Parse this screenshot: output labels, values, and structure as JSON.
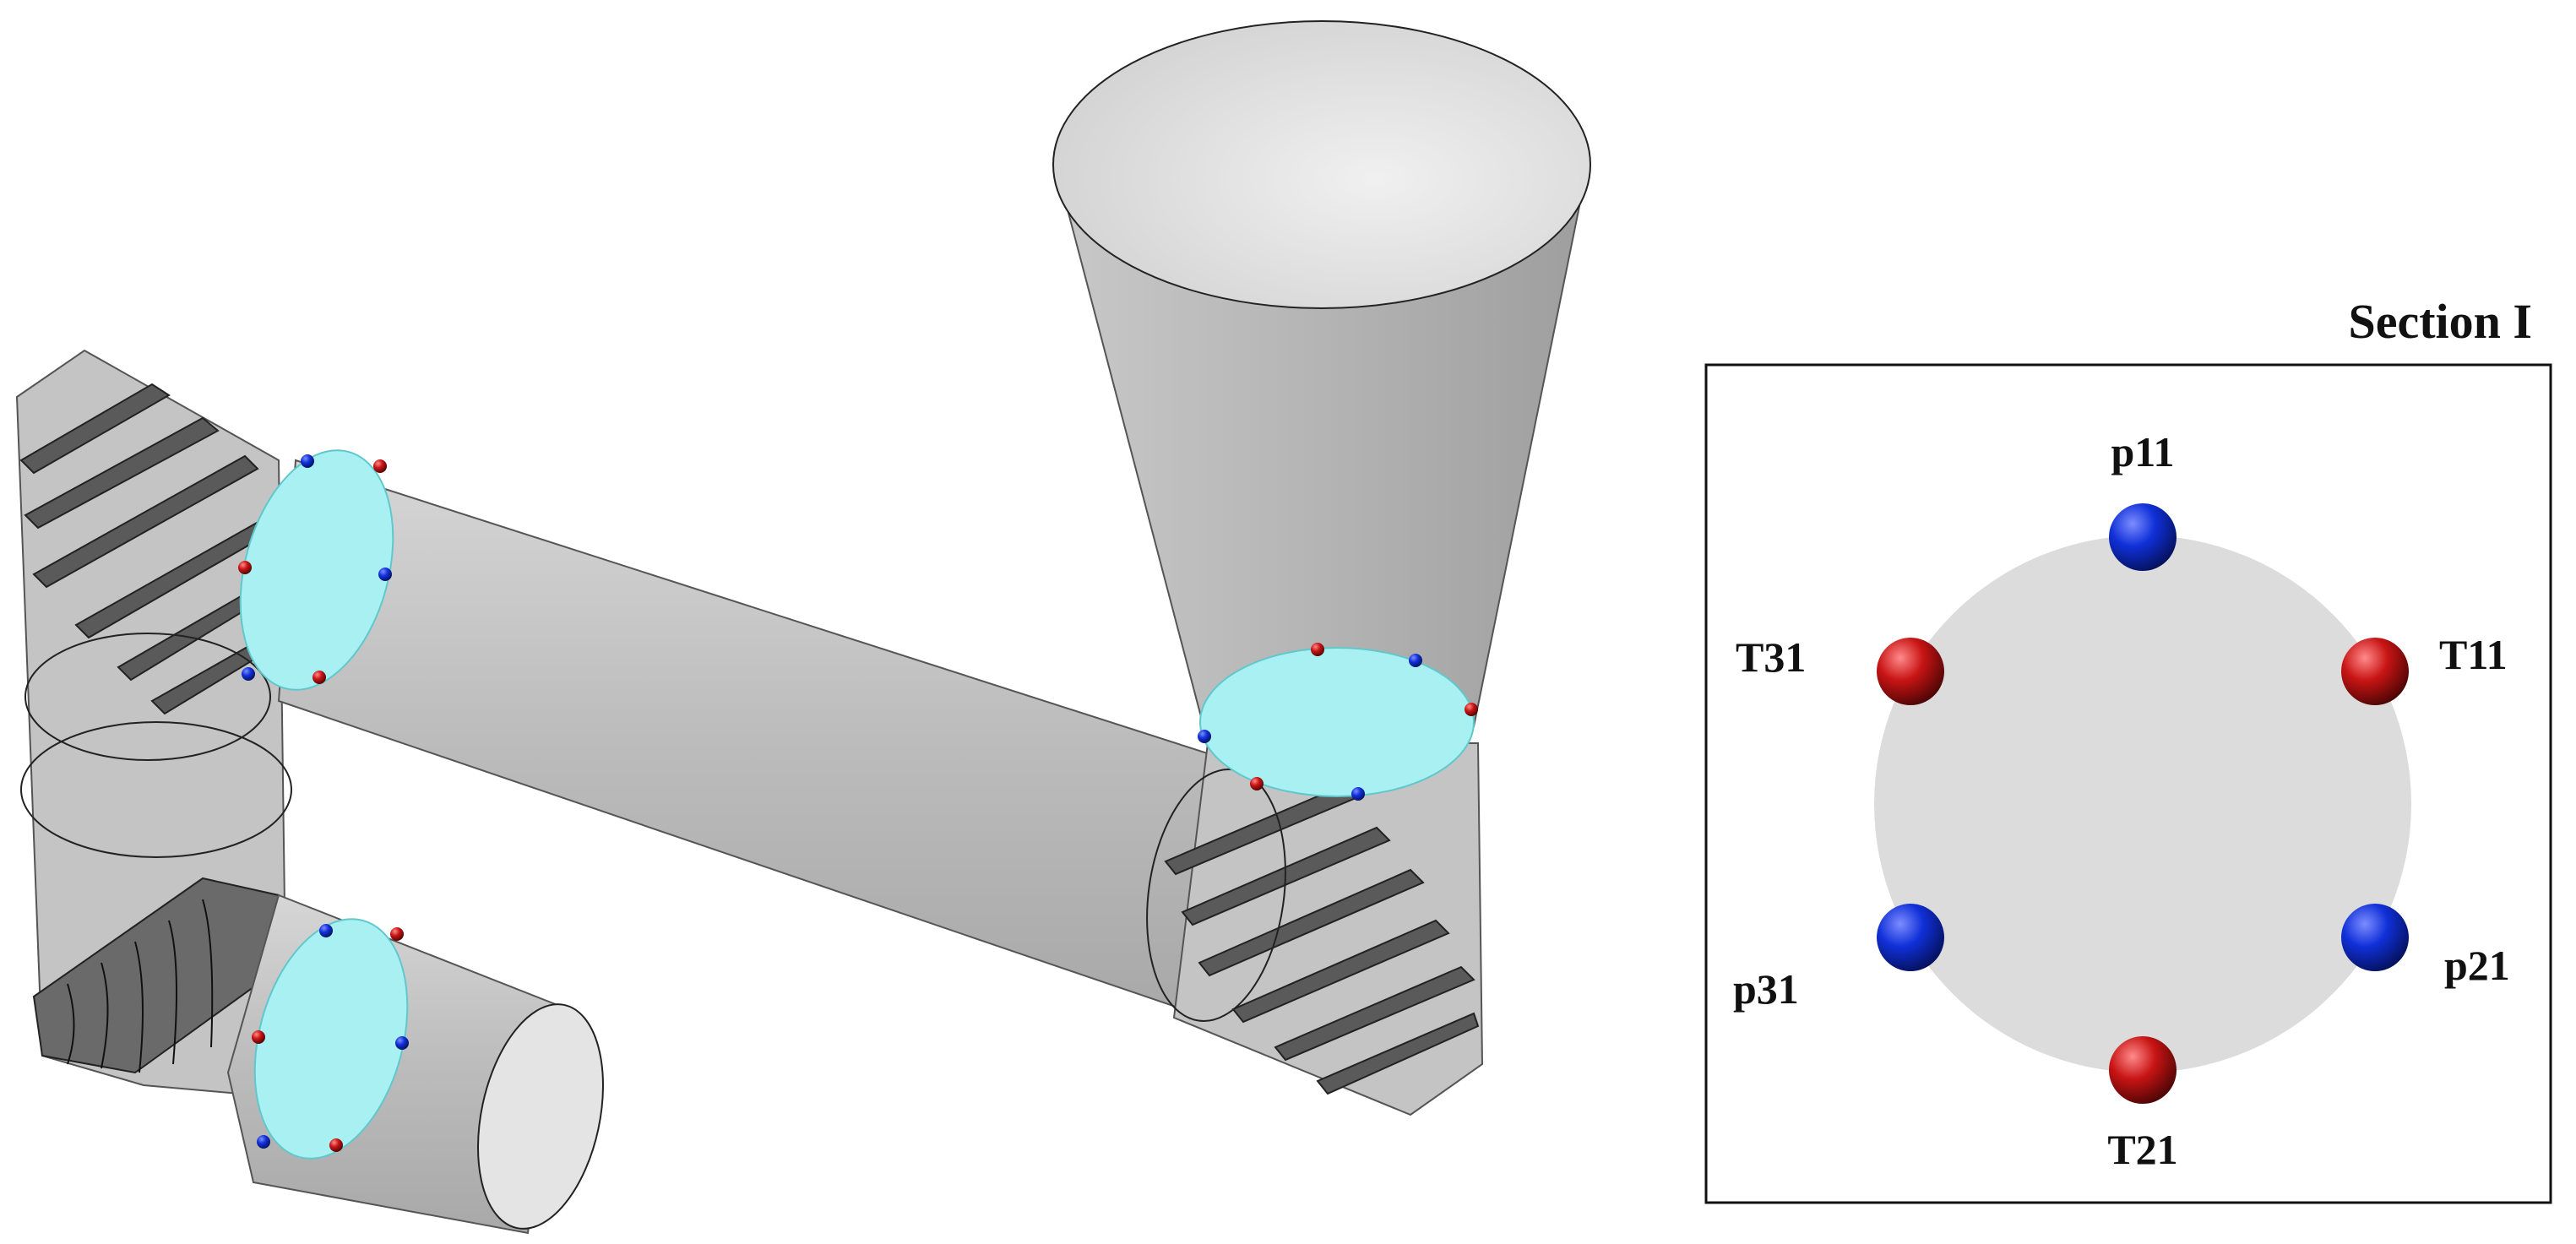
{
  "section_panel": {
    "title": "Section I",
    "sensors": [
      {
        "label": "p11",
        "kind": "pressure"
      },
      {
        "label": "T11",
        "kind": "temperature"
      },
      {
        "label": "p21",
        "kind": "pressure"
      },
      {
        "label": "T21",
        "kind": "temperature"
      },
      {
        "label": "p31",
        "kind": "pressure"
      },
      {
        "label": "T31",
        "kind": "temperature"
      }
    ]
  },
  "colors": {
    "pressure": "#1030d8",
    "temperature": "#c81414",
    "section_fill": "#a8f0f2",
    "pipe": "#c6c6c6",
    "disc": "#dcdcdc"
  }
}
